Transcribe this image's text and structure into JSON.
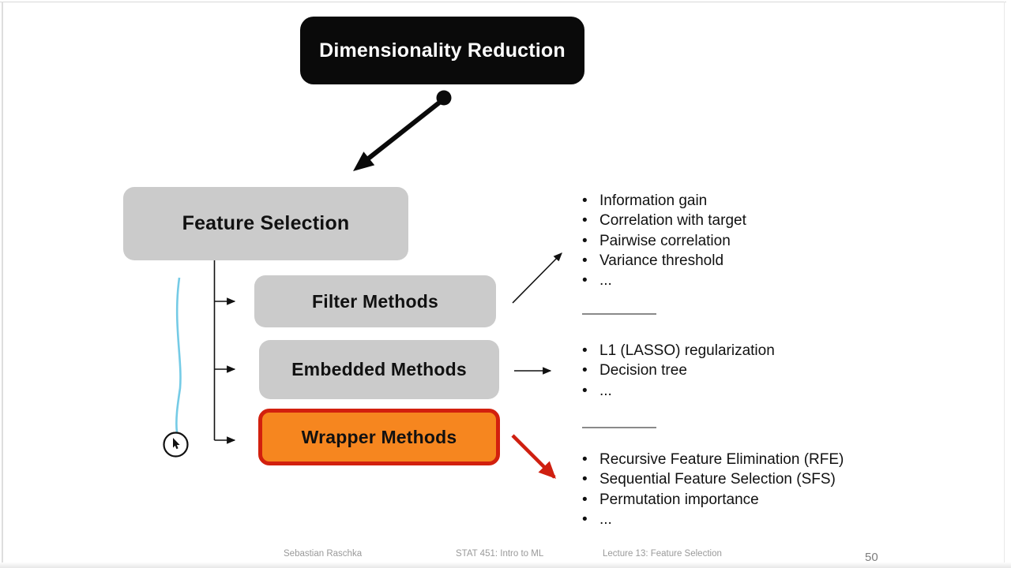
{
  "slide": {
    "title_box": {
      "label": "Dimensionality Reduction"
    },
    "feature_selection_box": {
      "label": "Feature Selection"
    },
    "method_boxes": [
      {
        "label": "Filter Methods"
      },
      {
        "label": "Embedded Methods"
      },
      {
        "label": "Wrapper Methods"
      }
    ],
    "filter_items": [
      "Information gain",
      "Correlation with target",
      "Pairwise correlation",
      "Variance threshold",
      "..."
    ],
    "embedded_items": [
      "L1 (LASSO) regularization",
      "Decision tree",
      "..."
    ],
    "wrapper_items": [
      "Recursive Feature Elimination (RFE)",
      "Sequential Feature Selection (SFS)",
      "Permutation importance",
      "..."
    ],
    "footer": {
      "author": "Sebastian Raschka",
      "course": "STAT 451: Intro to ML",
      "lecture": "Lecture 13: Feature Selection",
      "page_number": "50"
    },
    "colors": {
      "box_gray": "#cbcbcb",
      "box_black": "#0a0a0a",
      "wrapper_fill": "#f6861f",
      "wrapper_border": "#d2200e",
      "highlight_red_text": "#be2025",
      "annotation_blue": "#66c5e3",
      "footer_gray": "#9a9a9a"
    }
  }
}
